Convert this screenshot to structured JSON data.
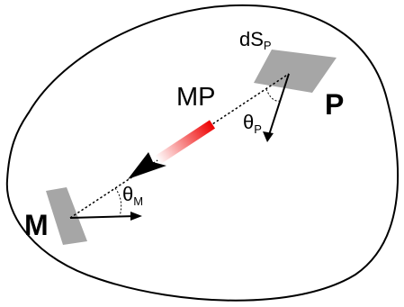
{
  "labels": {
    "point_m": "M",
    "point_p": "P",
    "segment": "MP",
    "area_symbol": "dS",
    "area_subscript": "P",
    "theta": "θ",
    "theta_m_subscript": "M",
    "theta_p_subscript": "P"
  },
  "colors": {
    "outline": "#000000",
    "surface_element": "#a6a6a6",
    "vector_gradient_start": "#ffffff",
    "vector_gradient_end": "#ee0000"
  }
}
